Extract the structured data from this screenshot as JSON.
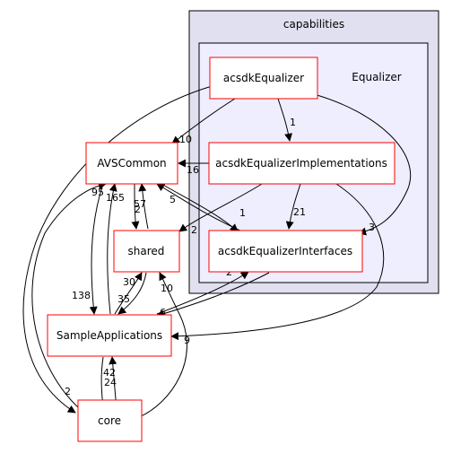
{
  "clusters": {
    "outer": {
      "label": "capabilities"
    },
    "inner": {
      "label": "Equalizer"
    }
  },
  "nodes": {
    "acsdkEqualizer": {
      "label": "acsdkEqualizer"
    },
    "AVSCommon": {
      "label": "AVSCommon"
    },
    "acsdkEqualizerImplementations": {
      "label": "acsdkEqualizerImplementations"
    },
    "shared": {
      "label": "shared"
    },
    "acsdkEqualizerInterfaces": {
      "label": "acsdkEqualizerInterfaces"
    },
    "SampleApplications": {
      "label": "SampleApplications"
    },
    "core": {
      "label": "core"
    }
  },
  "edge_labels": {
    "eq_to_avs": "10",
    "eq_to_impl": "1",
    "eq_to_ifaces": "3",
    "impl_to_avs": "16",
    "impl_to_shared": "2",
    "impl_to_ifaces": "21",
    "impl_to_sample": "9",
    "ifaces_to_avs": "5",
    "avs_to_ifaces": "1",
    "ifaces_to_sample": "6",
    "sample_to_ifaces": "2",
    "shared_to_avs": "57",
    "avs_to_shared": "2",
    "sample_to_avs": "165",
    "avs_to_sample": "138",
    "sample_to_shared": "30",
    "shared_to_sample": "35",
    "core_to_avs": "95",
    "core_to_shared": "10",
    "core_to_sample": "42",
    "sample_to_core": "24",
    "avs_to_core": "2"
  },
  "colors": {
    "cluster_outer_fill": "#e0e0f0",
    "cluster_inner_fill": "#eeeeff",
    "node_border": "#ff0000",
    "edge": "#000000"
  }
}
